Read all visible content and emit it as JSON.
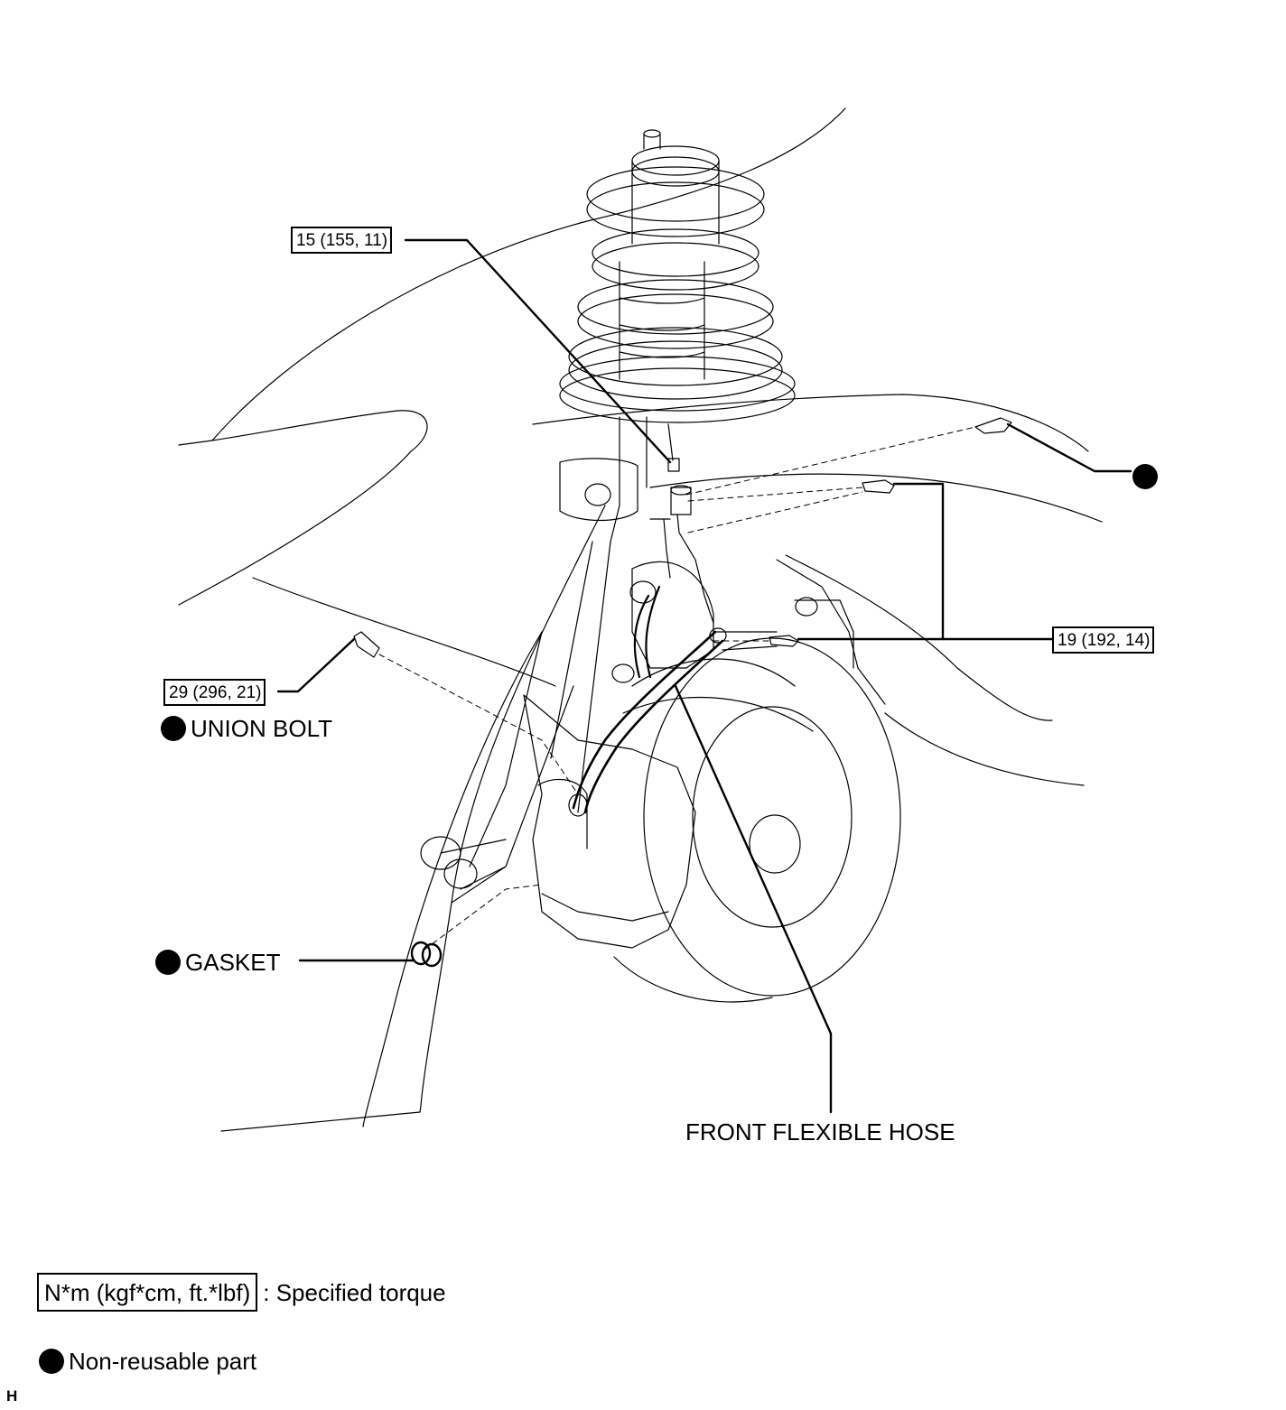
{
  "torque_labels": {
    "t15": "15 (155, 11)",
    "t19": "19 (192, 14)",
    "t29": "29 (296, 21)"
  },
  "part_labels": {
    "union_bolt": "UNION BOLT",
    "gasket": "GASKET",
    "front_flexible_hose": "FRONT FLEXIBLE HOSE"
  },
  "legend": {
    "torque_units": "N*m (kgf*cm, ft.*lbf)",
    "torque_desc": ": Specified torque",
    "non_reusable": "Non-reusable part"
  },
  "corner_mark": "H",
  "colors": {
    "ink": "#000000",
    "paper": "#ffffff"
  }
}
